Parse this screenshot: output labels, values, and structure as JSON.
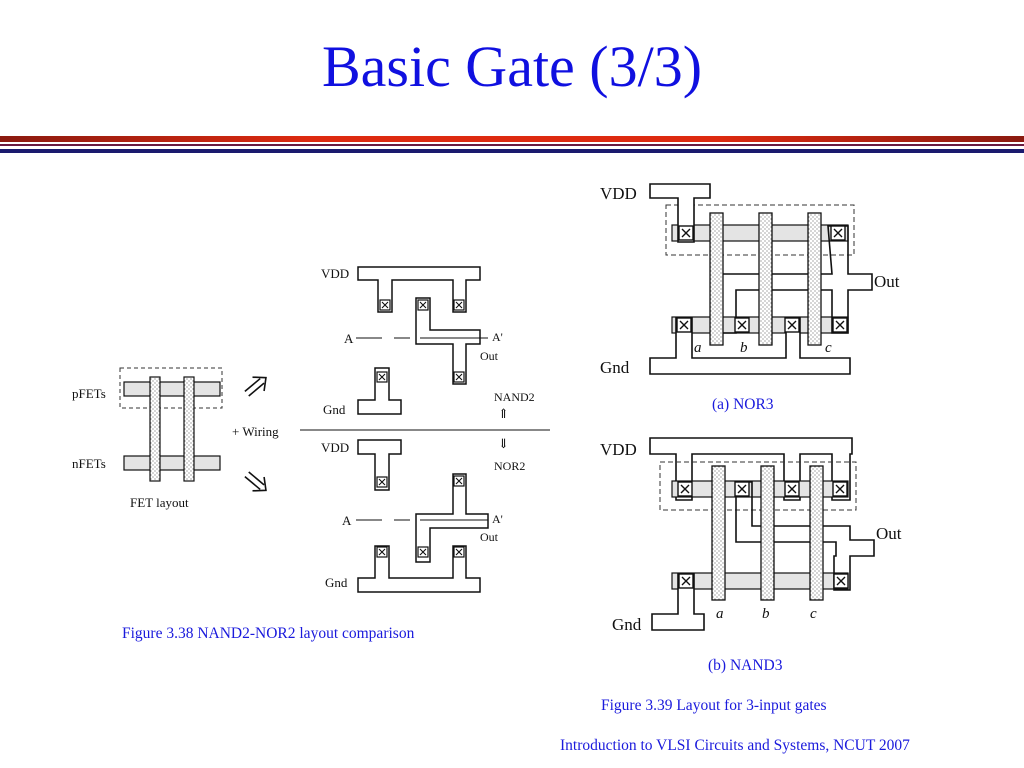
{
  "slide": {
    "title": "Basic Gate (3/3)",
    "footer": "Introduction to VLSI Circuits and Systems, NCUT  2007",
    "colors": {
      "title": "#1010e0",
      "rule_red": "#cc2200",
      "rule_dark": "#7a1010",
      "rule_navy": "#1a1a6e",
      "caption": "#1a1adc"
    }
  },
  "figure_338": {
    "caption": "Figure 3.38 NAND2-NOR2 layout comparison",
    "fet": {
      "pfets_label": "pFETs",
      "nfets_label": "nFETs",
      "caption": "FET layout"
    },
    "wiring_label": "+ Wiring",
    "nand2": {
      "vdd_label": "VDD",
      "gnd_label": "Gnd",
      "a_label": "A",
      "a_prime_label": "A'",
      "out_label": "Out",
      "name": "NAND2",
      "arrow_glyph": "⇑"
    },
    "nor2": {
      "vdd_label": "VDD",
      "gnd_label": "Gnd",
      "a_label": "A",
      "a_prime_label": "A'",
      "out_label": "Out",
      "name": "NOR2",
      "arrow_glyph": "⇓"
    }
  },
  "figure_339": {
    "caption": "Figure 3.39 Layout for 3-input gates",
    "nor3": {
      "vdd_label": "VDD",
      "gnd_label": "Gnd",
      "out_label": "Out",
      "input_a": "a",
      "input_b": "b",
      "input_c": "c",
      "caption": "(a) NOR3"
    },
    "nand3": {
      "vdd_label": "VDD",
      "gnd_label": "Gnd",
      "out_label": "Out",
      "input_a": "a",
      "input_b": "b",
      "input_c": "c",
      "caption": "(b) NAND3"
    }
  }
}
